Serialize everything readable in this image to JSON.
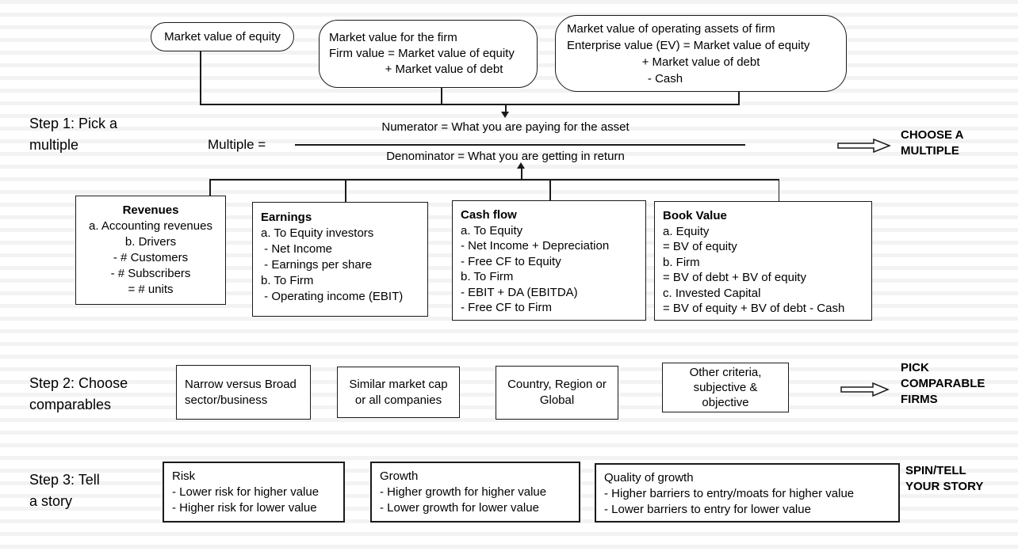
{
  "top_boxes": [
    {
      "lines": [
        "Market value of equity"
      ]
    },
    {
      "lines": [
        "Market value for the firm",
        "Firm value = Market value of equity",
        "+ Market value of debt"
      ]
    },
    {
      "lines": [
        "Market value of operating assets of firm",
        "Enterprise value (EV) = Market value of equity",
        "+ Market value of debt",
        "- Cash"
      ]
    }
  ],
  "step1": {
    "label": [
      "Step 1: Pick a",
      "multiple"
    ],
    "multiple_label": "Multiple =",
    "numerator": "Numerator = What you are paying for the asset",
    "denominator": "Denominator = What you are getting in return",
    "action": [
      "CHOOSE A",
      "MULTIPLE"
    ],
    "boxes": [
      {
        "title": "Revenues",
        "lines": [
          "a. Accounting revenues",
          "b. Drivers",
          "- # Customers",
          "- # Subscribers",
          "= # units"
        ]
      },
      {
        "title": "Earnings",
        "lines": [
          "a. To Equity investors",
          " - Net Income",
          " - Earnings per share",
          "b. To Firm",
          " - Operating income (EBIT)"
        ]
      },
      {
        "title": "Cash flow",
        "lines": [
          "a. To Equity",
          "- Net Income + Depreciation",
          "- Free CF to Equity",
          "b. To Firm",
          "- EBIT + DA (EBITDA)",
          "- Free CF to Firm"
        ]
      },
      {
        "title": "Book Value",
        "lines": [
          "a. Equity",
          "= BV of equity",
          "b. Firm",
          "= BV of debt + BV of equity",
          "c. Invested Capital",
          "= BV of equity + BV of debt - Cash"
        ]
      }
    ]
  },
  "step2": {
    "label": [
      "Step 2: Choose",
      "comparables"
    ],
    "boxes": [
      {
        "lines": [
          "Narrow versus Broad",
          "sector/business"
        ]
      },
      {
        "lines": [
          "Similar market cap",
          "or all companies"
        ]
      },
      {
        "lines": [
          "Country, Region or",
          "Global"
        ]
      },
      {
        "lines": [
          "Other criteria,",
          "subjective &",
          "objective"
        ]
      }
    ],
    "action": [
      "PICK",
      "COMPARABLE",
      "FIRMS"
    ]
  },
  "step3": {
    "label": [
      "Step 3: Tell",
      "a story"
    ],
    "boxes": [
      {
        "title": "Risk",
        "lines": [
          "- Lower risk for higher value",
          "- Higher risk for lower value"
        ]
      },
      {
        "title": "Growth",
        "lines": [
          "- Higher growth for higher value",
          "- Lower growth for lower value"
        ]
      },
      {
        "title": "Quality of growth",
        "lines": [
          "- Higher barriers to entry/moats for higher value",
          "- Lower barriers to entry for lower value"
        ]
      }
    ],
    "action": [
      "SPIN/TELL",
      "YOUR STORY"
    ]
  }
}
